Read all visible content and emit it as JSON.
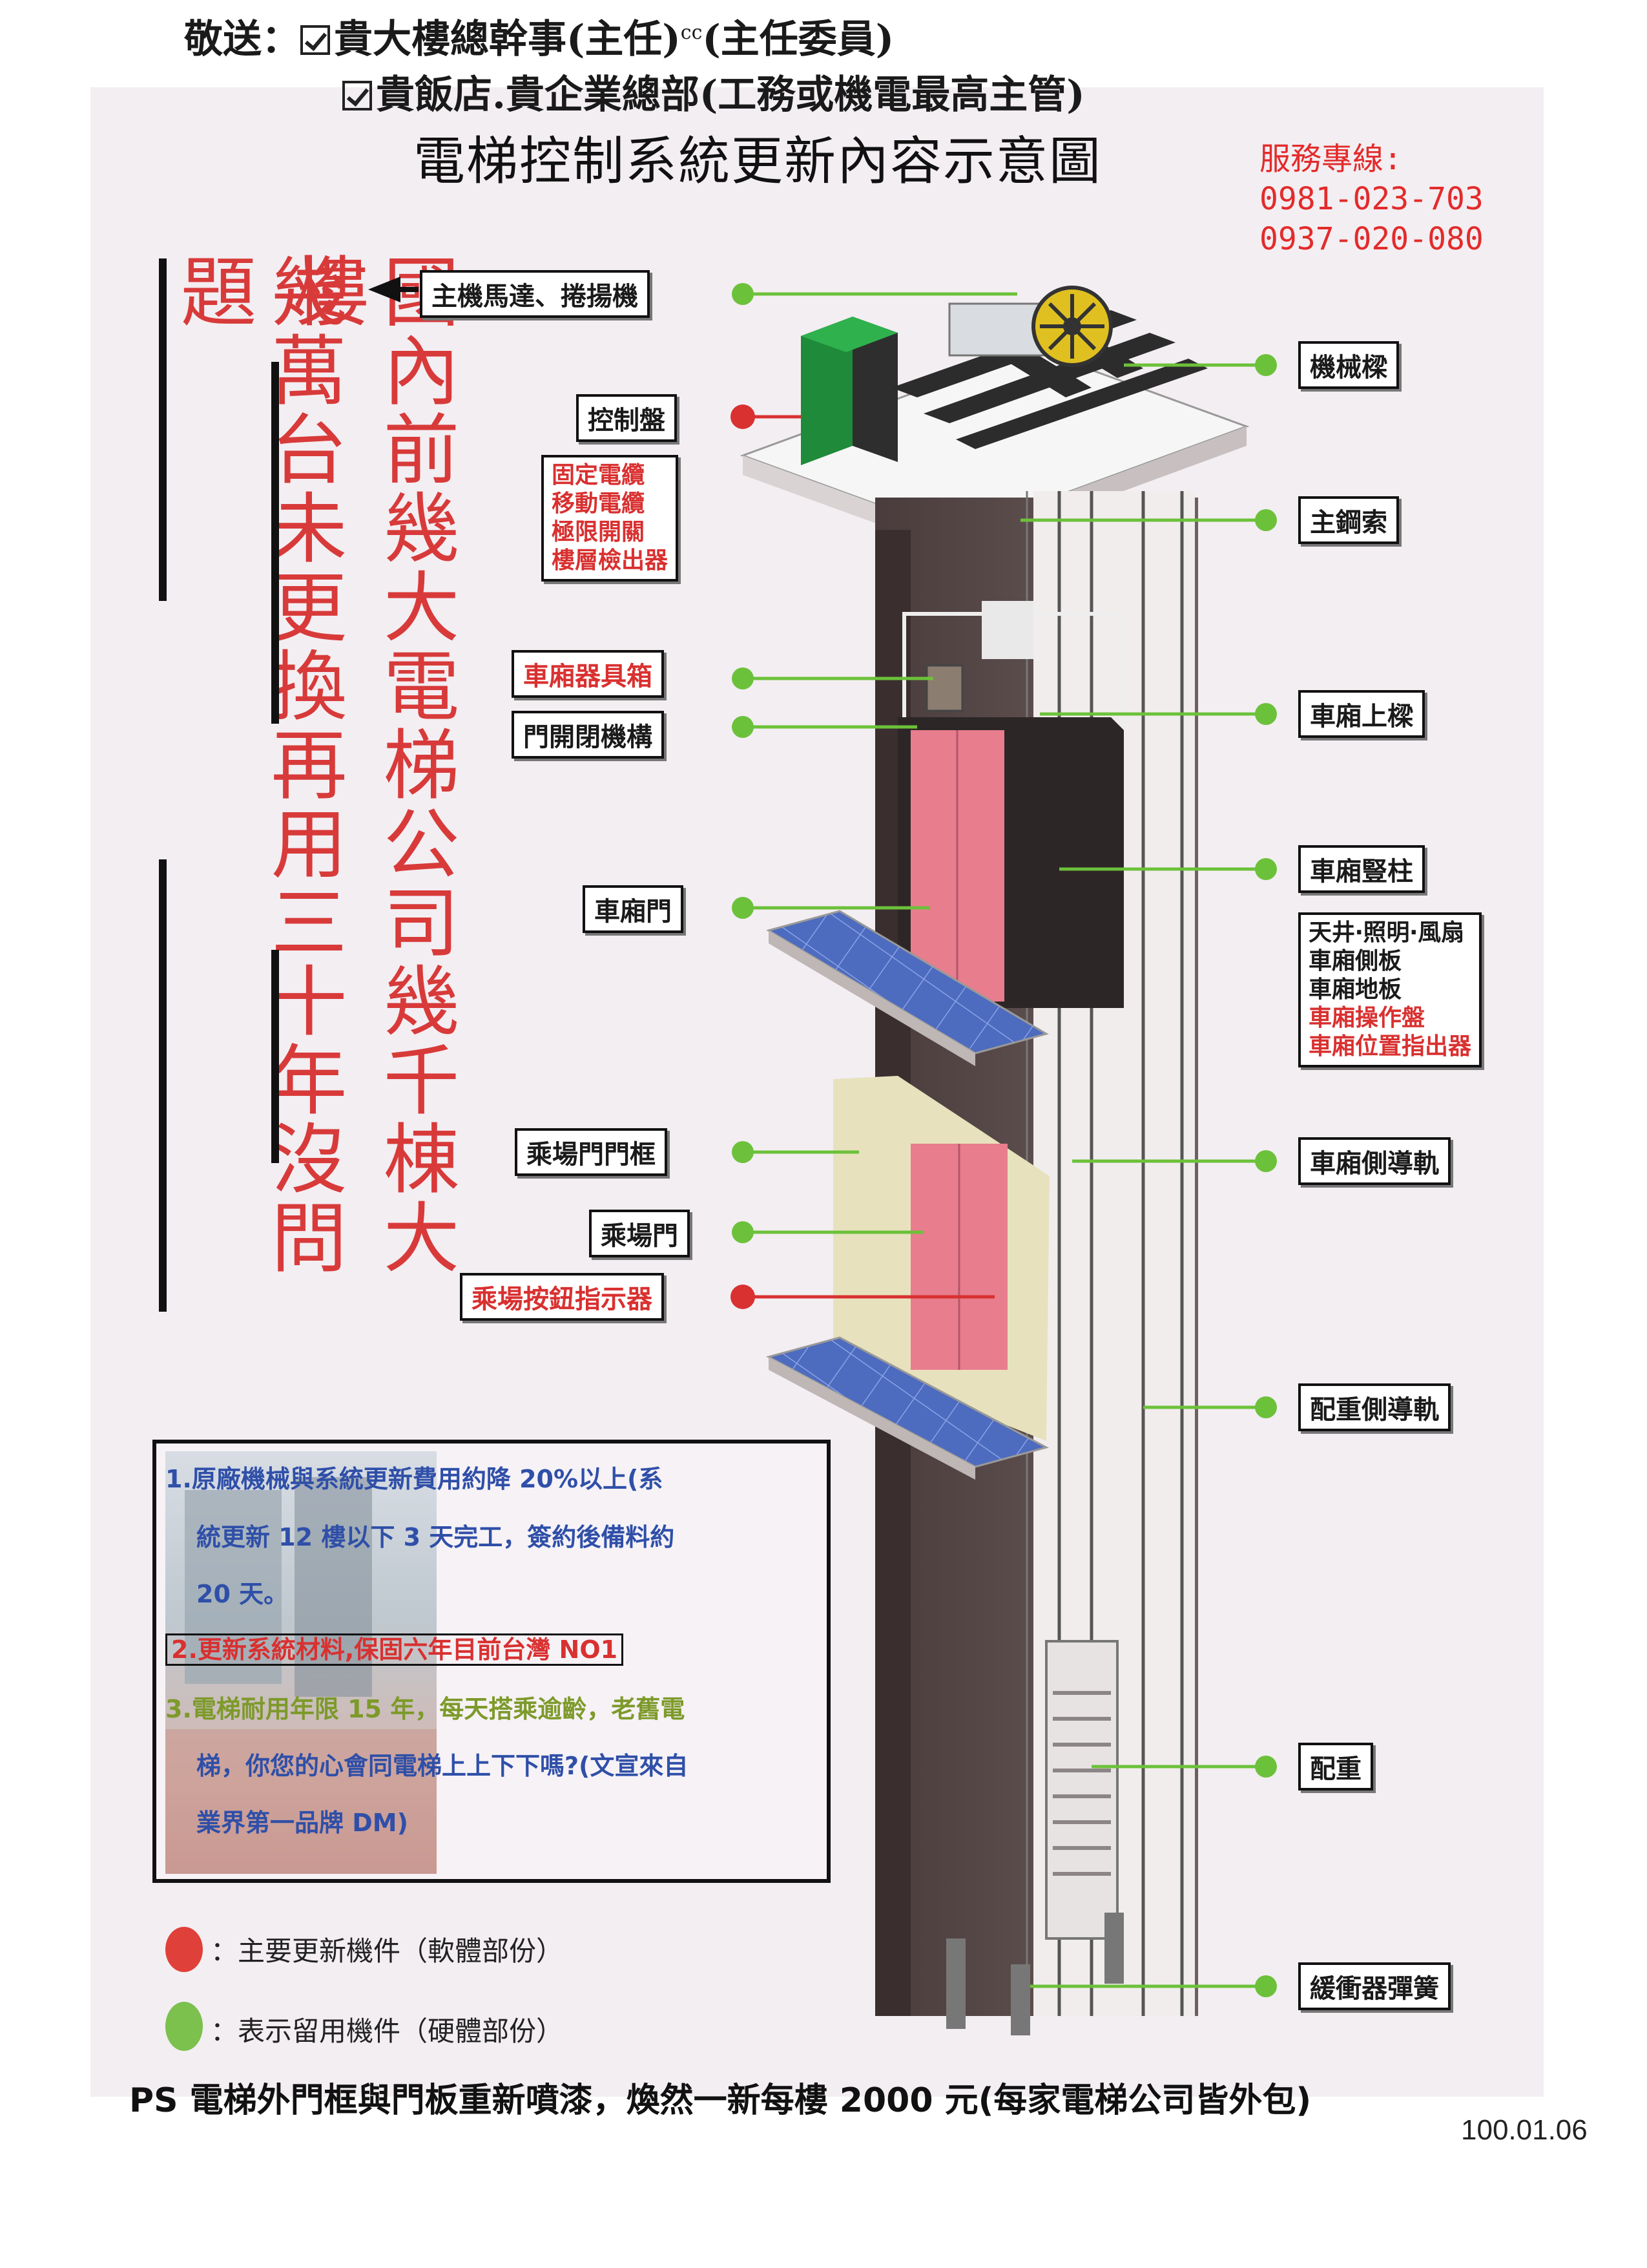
{
  "header": {
    "line1_prefix": "敬送：",
    "line1_text": "貴大樓總幹事(主任)",
    "line1_sup": "cc",
    "line1_suffix": "(主任委員)",
    "line2_text": "貴飯店.貴企業總部(工務或機電最高主管)"
  },
  "title": "電梯控制系統更新內容示意圖",
  "hotline": {
    "label": "服務專線:",
    "phone1": "0981-023-703",
    "phone2": "0937-020-080"
  },
  "slogan": {
    "col1": "國內前幾大電梯公司幾千棟大樓",
    "col2": "幾萬台未更換再用三十年沒問題"
  },
  "labels_left": {
    "machine": "主機馬達、捲揚機",
    "control_panel": "控制盤",
    "control_sub": [
      "固定電纜",
      "移動電纜",
      "極限開關",
      "樓層檢出器"
    ],
    "car_box": "車廂器具箱",
    "door_mechanism": "門開閉機構",
    "car_door": "車廂門",
    "hall_frame": "乘場門門框",
    "hall_door": "乘場門",
    "hall_button": "乘場按鈕指示器"
  },
  "labels_right": {
    "machine_beam": "機械樑",
    "main_rope": "主鋼索",
    "car_top_beam": "車廂上樑",
    "car_pillar": "車廂豎柱",
    "car_sub_black": [
      "天井‧照明‧風扇",
      "車廂側板",
      "車廂地板"
    ],
    "car_sub_red": [
      "車廂操作盤",
      "車廂位置指出器"
    ],
    "car_guide_rail": "車廂側導軌",
    "cw_guide_rail": "配重側導軌",
    "counterweight": "配重",
    "buffer": "緩衝器彈簧"
  },
  "info": {
    "item1_l1": "1.原廠機械與系統更新費用約降 20%以上(系",
    "item1_l2": "統更新 12 樓以下 3 天完工，簽約後備料約",
    "item1_l3": "20 天。",
    "item2": "2.更新系統材料,保固六年目前台灣 NO1",
    "item3_l1": "3.電梯耐用年限 15 年，每天搭乘逾齡，老舊電",
    "item3_l2": "梯，你您的心會同電梯上上下下嗎?(文宣來自",
    "item3_l3": "業界第一品牌 DM)"
  },
  "legend": {
    "red": "：主要更新機件（軟體部份）",
    "green": "：表示留用機件（硬體部份）"
  },
  "footer": {
    "ps": "PS 電梯外門框與門板重新噴漆，煥然一新每樓 2000 元(每家電梯公司皆外包)",
    "date": "100.01.06"
  },
  "colors": {
    "red": "#d93030",
    "green": "#6cc13a",
    "blue": "#2f4fa8",
    "olive": "#7d9a2a"
  }
}
